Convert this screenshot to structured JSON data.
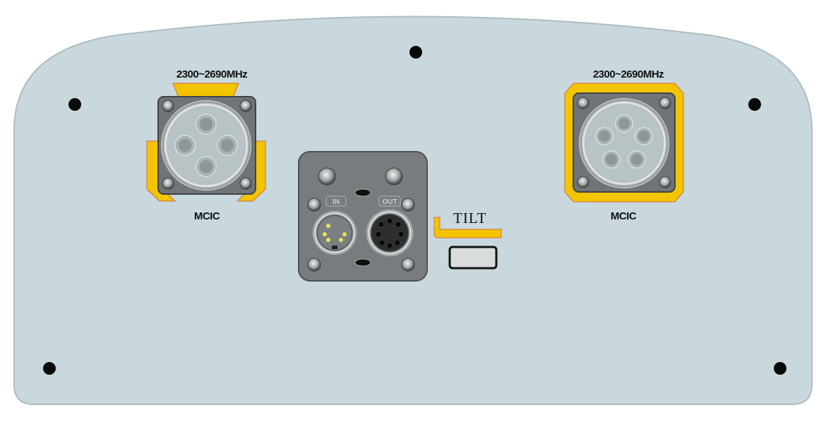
{
  "panel": {
    "color": "#c9d8dd"
  },
  "left_port": {
    "band_label": "2300~2690MHz",
    "type_label": "MCIC"
  },
  "right_port": {
    "band_label": "2300~2690MHz",
    "type_label": "MCIC"
  },
  "control_module": {
    "in_label": "IN",
    "out_label": "OUT"
  },
  "tilt": {
    "label": "TILT"
  },
  "colors": {
    "accent": "#f2c500",
    "metal": "#6e7375"
  }
}
